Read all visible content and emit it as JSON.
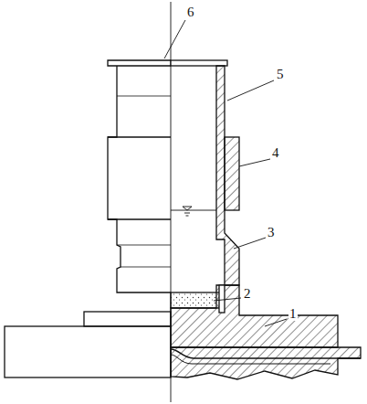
{
  "diagram": {
    "labels": [
      "6",
      "5",
      "4",
      "3",
      "2",
      "1"
    ]
  }
}
